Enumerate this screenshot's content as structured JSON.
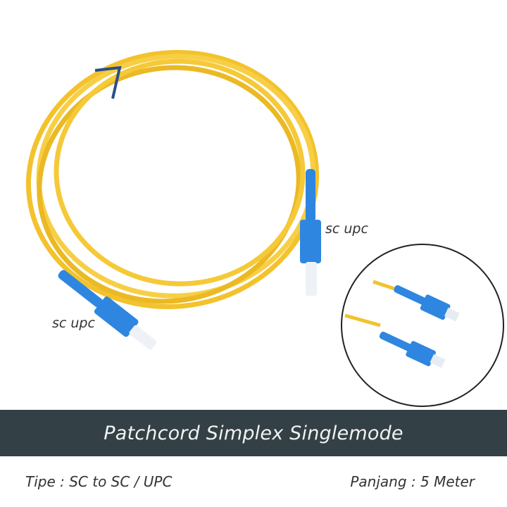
{
  "product": {
    "connector_label_right": "sc upc",
    "connector_label_left": "sc upc",
    "title": "Patchcord Simplex Singlemode",
    "type_spec": "Tipe : SC to SC / UPC",
    "length_spec": "Panjang : 5 Meter"
  },
  "colors": {
    "cable": "#f5c631",
    "connector": "#2f86e0",
    "banner": "#334046"
  }
}
